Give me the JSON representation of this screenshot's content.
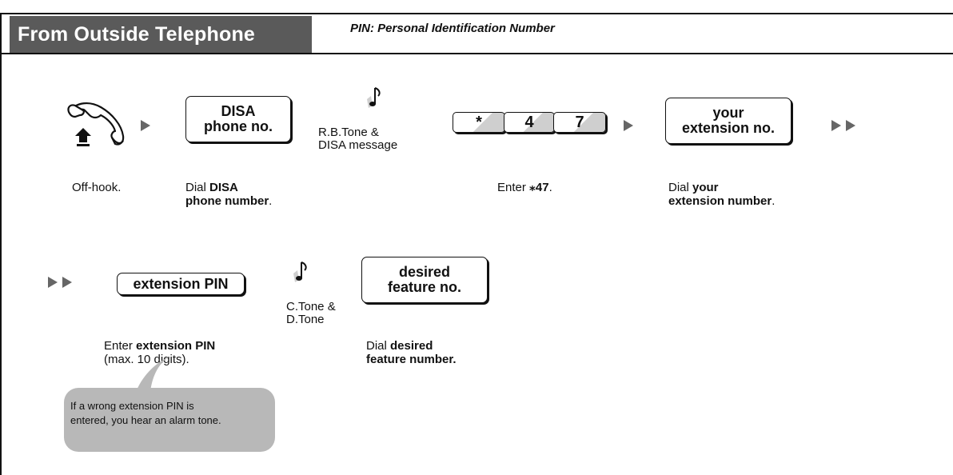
{
  "header": {
    "title": "From Outside Telephone",
    "subtitle": "PIN: Personal Identification Number"
  },
  "steps": {
    "offhook": {
      "caption": "Off-hook."
    },
    "dial_disa": {
      "key_line1": "DISA",
      "key_line2": "phone no.",
      "caption_plain": "Dial ",
      "caption_bold1": "DISA",
      "caption_bold2": "phone number",
      "caption_end": "."
    },
    "tone1": {
      "line1": "R.B.Tone &",
      "line2": "DISA message"
    },
    "enter_code": {
      "keys": [
        "*",
        "4",
        "7"
      ],
      "caption_plain": "Enter ",
      "caption_bold": "⁎47",
      "caption_end": "."
    },
    "dial_ext": {
      "key_line1": "your",
      "key_line2": "extension no.",
      "caption_plain": "Dial ",
      "caption_bold1": "your",
      "caption_bold2": "extension number",
      "caption_end": "."
    },
    "ext_pin": {
      "key": "extension PIN",
      "caption_plain": "Enter ",
      "caption_bold": "extension PIN",
      "caption_line2": "(max. 10 digits)."
    },
    "tone2": {
      "line1": "C.Tone &",
      "line2": "D.Tone"
    },
    "feature": {
      "key_line1": "desired",
      "key_line2": "feature no.",
      "caption_plain": "Dial ",
      "caption_bold1": "desired",
      "caption_bold2": "feature number."
    }
  },
  "note": {
    "line1": "If a wrong extension PIN is",
    "line2": "entered, you hear an alarm tone."
  },
  "colors": {
    "tab": "#5a5a5a",
    "arrow": "#666666",
    "bubble": "#b8b8b8"
  }
}
